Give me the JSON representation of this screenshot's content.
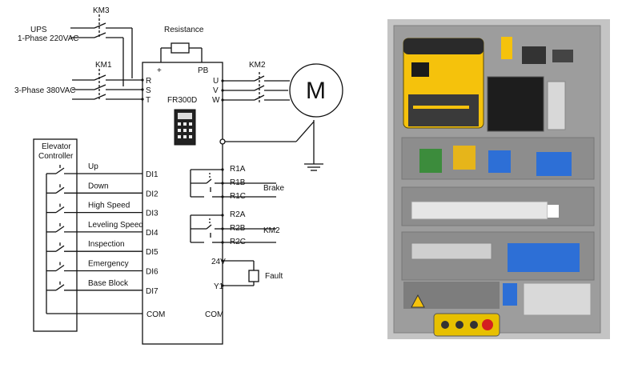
{
  "supplies": {
    "ups_line1": "UPS",
    "ups_line2": "1-Phase 220VAC",
    "three_phase": "3-Phase 380VAC"
  },
  "contactors": {
    "km3": "KM3",
    "km1": "KM1",
    "km2": "KM2"
  },
  "resistance": {
    "label": "Resistance",
    "plus": "+",
    "pb": "PB"
  },
  "drive": {
    "model": "FR300D",
    "inputs": [
      "R",
      "S",
      "T"
    ],
    "outputs": [
      "U",
      "V",
      "W"
    ]
  },
  "motor": {
    "label": "M"
  },
  "controller": {
    "line1": "Elevator",
    "line2": "Controller"
  },
  "digital_inputs": [
    {
      "signal": "Up",
      "terminal": "DI1"
    },
    {
      "signal": "Down",
      "terminal": "DI2"
    },
    {
      "signal": "High Speed",
      "terminal": "DI3"
    },
    {
      "signal": "Leveling Speed",
      "terminal": "DI4"
    },
    {
      "signal": "Inspection",
      "terminal": "DI5"
    },
    {
      "signal": "Emergency",
      "terminal": "DI6"
    },
    {
      "signal": "Base Block",
      "terminal": "DI7"
    }
  ],
  "com_left": "COM",
  "com_right": "COM",
  "relay1": {
    "terminals": [
      "R1A",
      "R1B",
      "R1C"
    ],
    "load": "Brake"
  },
  "relay2": {
    "terminals": [
      "R2A",
      "R2B",
      "R2C"
    ],
    "load": "KM2"
  },
  "fault_output": {
    "supply": "24V",
    "output": "Y1",
    "load": "Fault"
  },
  "colors": {
    "line": "#111111",
    "cabinet_frame": "#b9b9b9",
    "drive_yellow": "#f5c20c",
    "rail_grey": "#9a9a9a",
    "terminal_blue": "#2d6fd6",
    "estop_red": "#d42020"
  }
}
